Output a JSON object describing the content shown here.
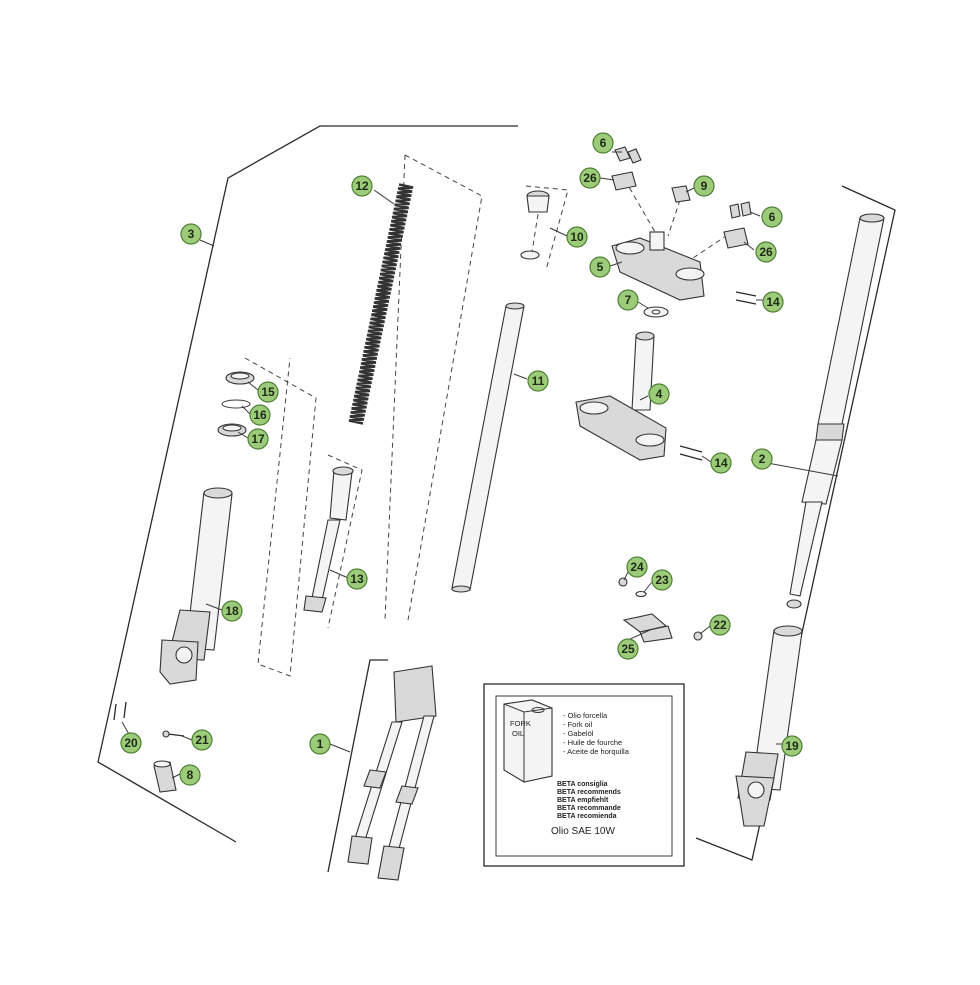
{
  "callouts": [
    {
      "num": "1"
    },
    {
      "num": "2"
    },
    {
      "num": "3"
    },
    {
      "num": "4"
    },
    {
      "num": "5"
    },
    {
      "num": "6"
    },
    {
      "num": "6"
    },
    {
      "num": "7"
    },
    {
      "num": "8"
    },
    {
      "num": "9"
    },
    {
      "num": "10"
    },
    {
      "num": "11"
    },
    {
      "num": "12"
    },
    {
      "num": "13"
    },
    {
      "num": "14"
    },
    {
      "num": "14"
    },
    {
      "num": "15"
    },
    {
      "num": "16"
    },
    {
      "num": "17"
    },
    {
      "num": "18"
    },
    {
      "num": "19"
    },
    {
      "num": "20"
    },
    {
      "num": "21"
    },
    {
      "num": "22"
    },
    {
      "num": "23"
    },
    {
      "num": "24"
    },
    {
      "num": "25"
    },
    {
      "num": "26"
    },
    {
      "num": "26"
    }
  ],
  "oil_box": {
    "can_label_1": "FORK",
    "can_label_2": "OIL",
    "oil_names": [
      "- Olio forcella",
      "- Fork oil",
      "- Gabelöl",
      "- Huile de fourche",
      "- Aceite de horquilla"
    ],
    "recommend": [
      "BETA consiglia",
      "BETA recommends",
      "BETA empfiehlt",
      "BETA recommande",
      "BETA recomienda"
    ],
    "grade": "Olio SAE 10W"
  },
  "colors": {
    "badge_fill": "#9ccc7a",
    "badge_stroke": "#4f7f33"
  }
}
